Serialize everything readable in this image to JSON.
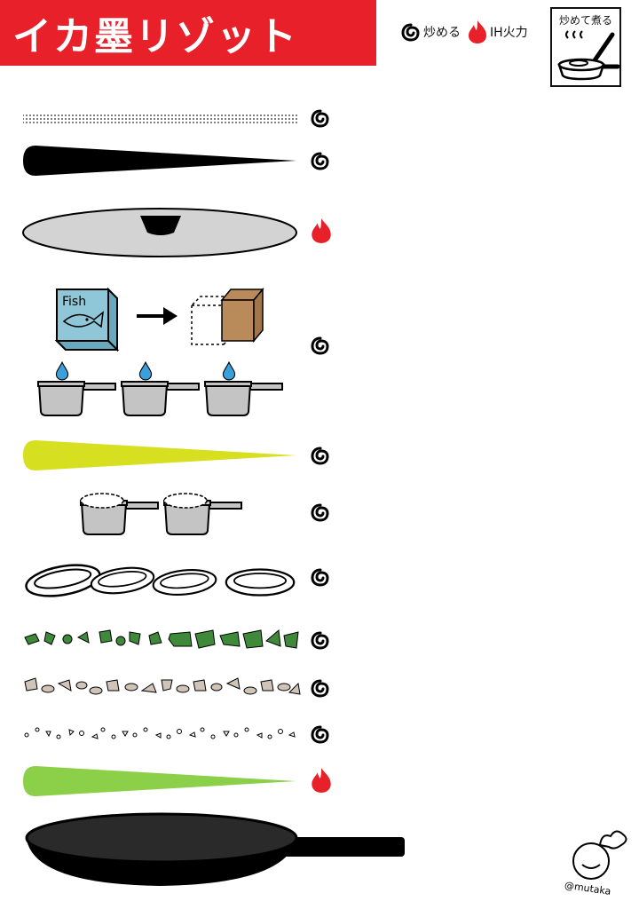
{
  "title": "イカ墨リゾット",
  "legend": {
    "stir_label": "炒める",
    "heat_label": "IH火力"
  },
  "method": {
    "label": "炒めて煮る"
  },
  "ingredients_illustration": {
    "fish_label": "Fish",
    "signature": "@mutaka",
    "colors": {
      "black": "#000000",
      "red": "#e8202a",
      "lid_grey": "#d3d3d3",
      "cube_blue": "#8fc6d8",
      "cube_brown": "#b98a5a",
      "water_drop": "#3aa0dc",
      "yellow_green": "#d6e021",
      "light_green": "#8cd04a",
      "herb_green": "#3f8a3a",
      "bits_beige": "#d0c4b8",
      "pan_grey": "#bdbdbd"
    }
  }
}
